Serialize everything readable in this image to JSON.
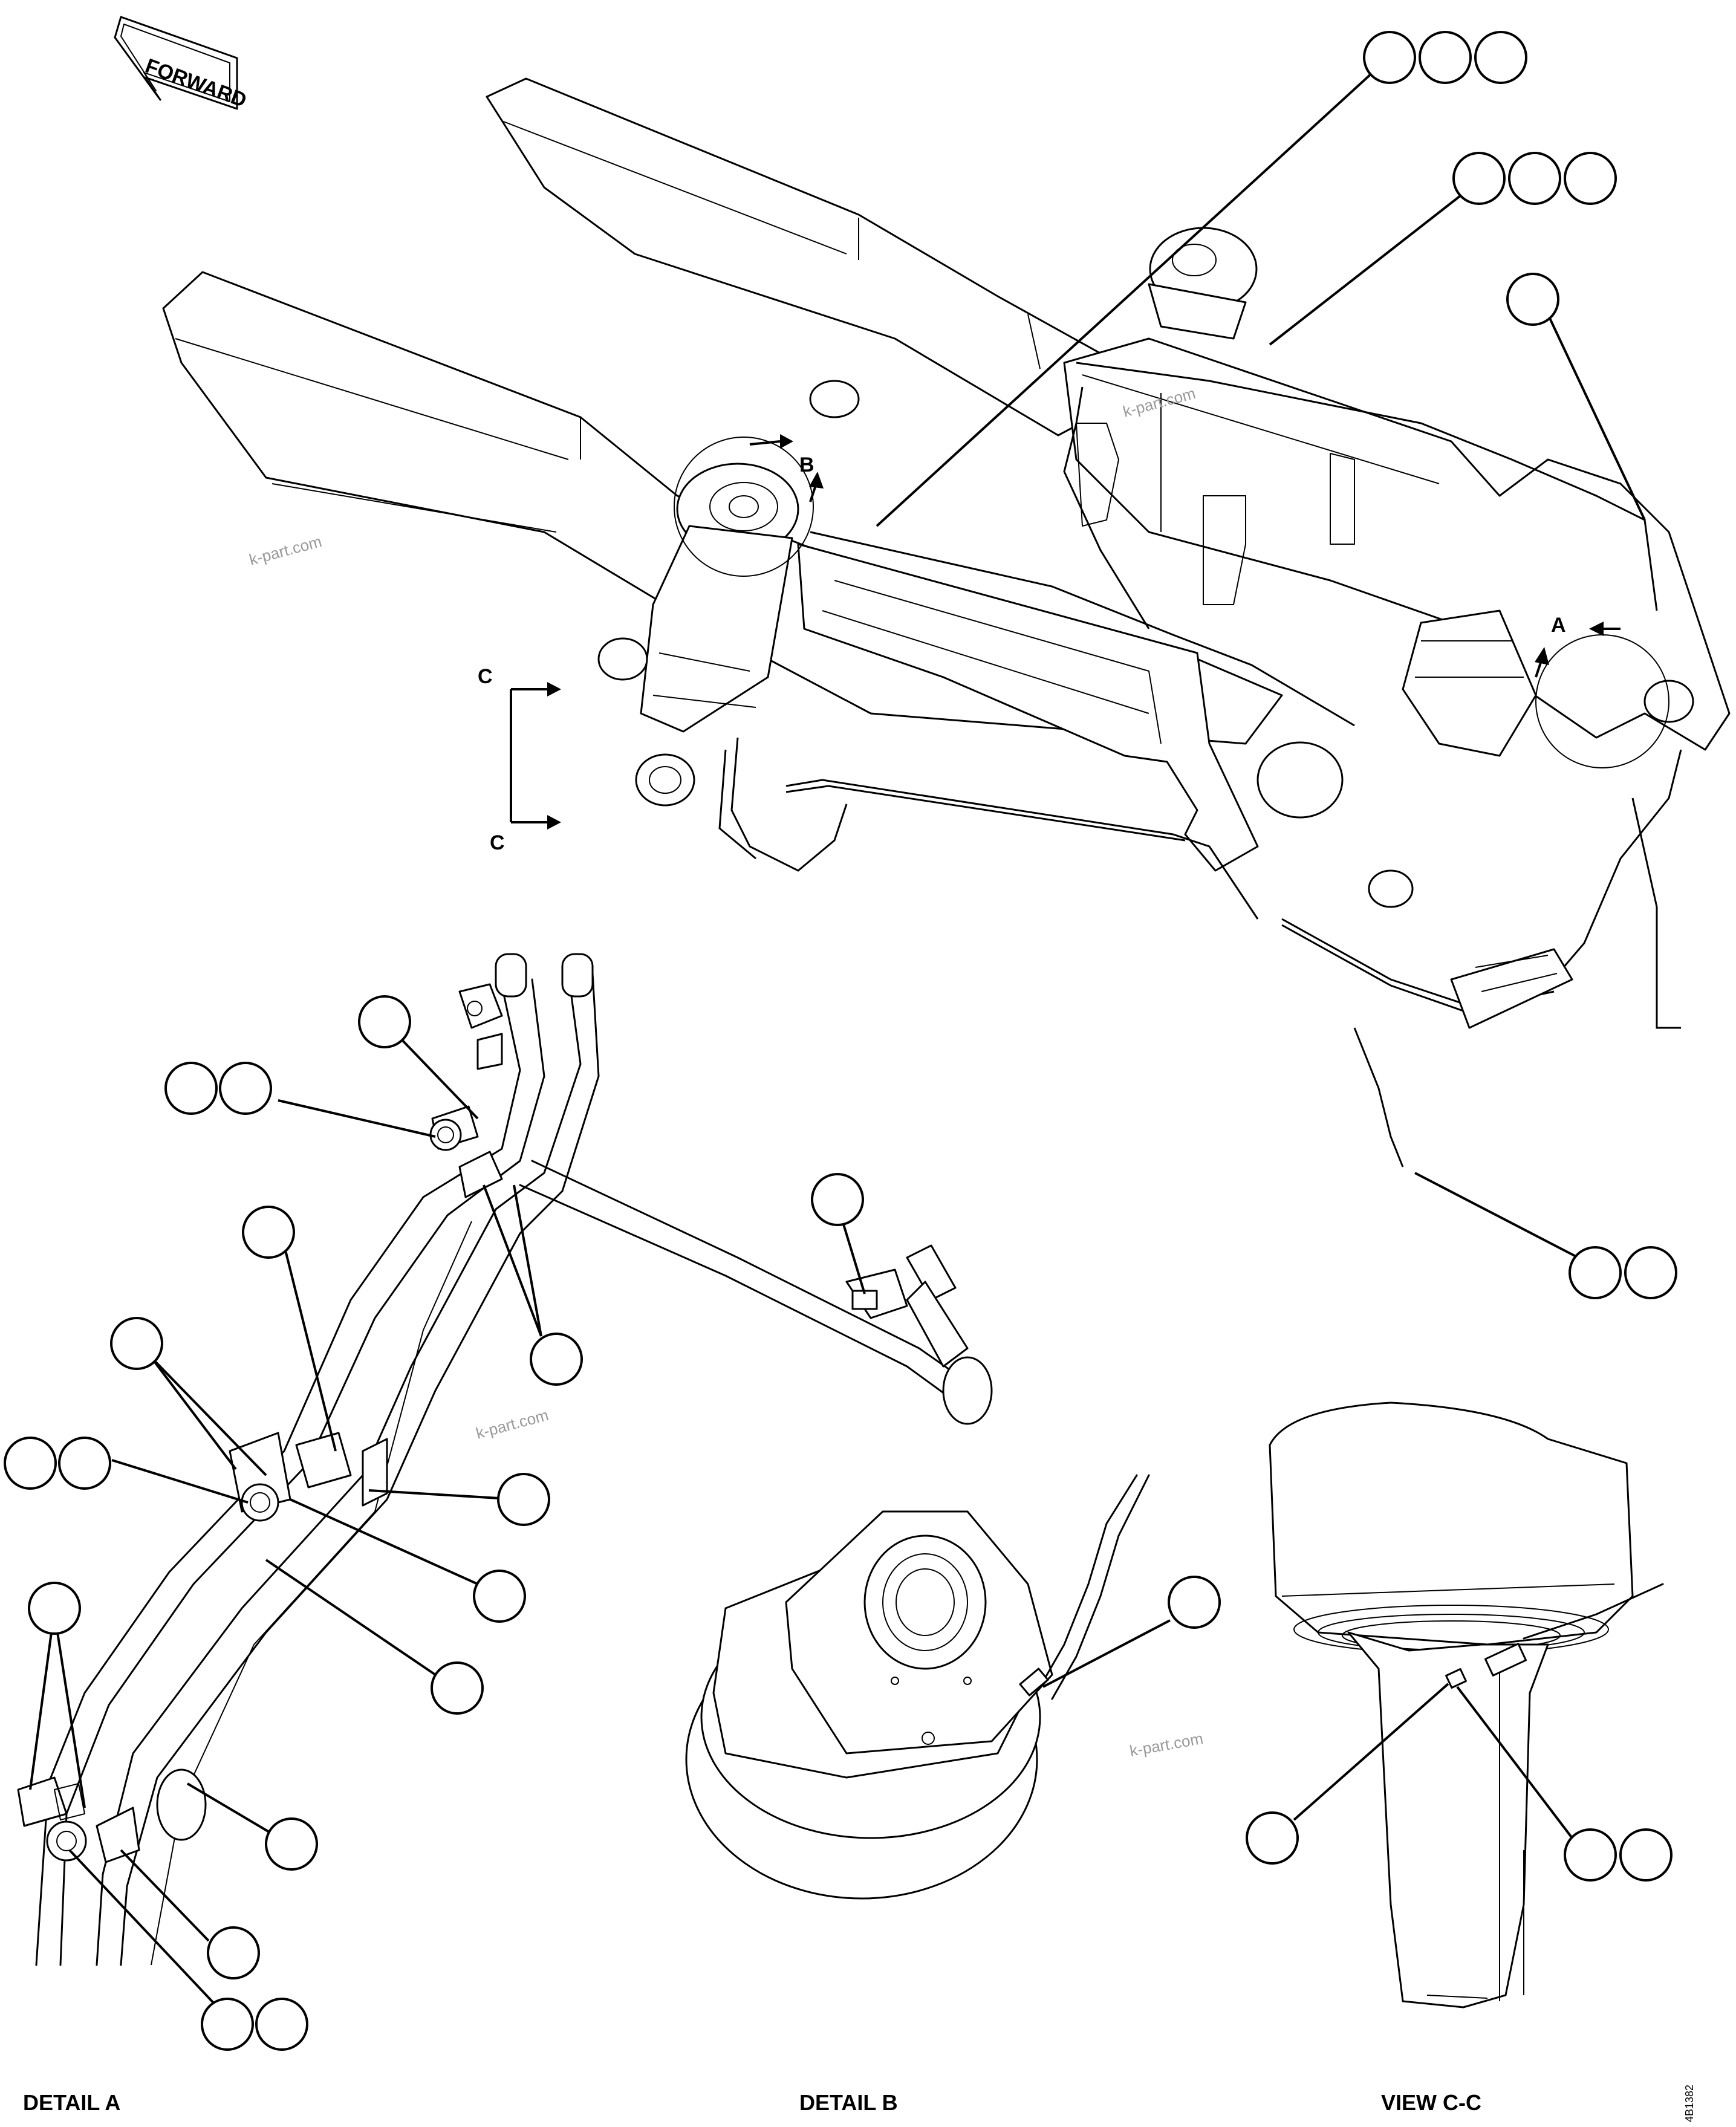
{
  "diagram": {
    "direction_arrow": {
      "label": "FORWARD",
      "icon": "forward-arrow-icon"
    },
    "section_markers": {
      "detail_a": "A",
      "detail_b": "B",
      "view_c_top": "C",
      "view_c_bottom": "C"
    },
    "watermark": "k-part.com",
    "captions": {
      "detail_a": "DETAIL A",
      "detail_b": "DETAIL B",
      "view_cc": "VIEW C-C"
    },
    "drawing_number": "4B1382",
    "callout_groups": [
      {
        "id": "g-top-1",
        "count": 3
      },
      {
        "id": "g-top-2",
        "count": 3
      },
      {
        "id": "g-right-1",
        "count": 1
      },
      {
        "id": "g-mid-right",
        "count": 2
      },
      {
        "id": "g-det-a-1",
        "count": 1
      },
      {
        "id": "g-det-a-2",
        "count": 2
      },
      {
        "id": "g-det-a-3",
        "count": 1
      },
      {
        "id": "g-det-a-4",
        "count": 1
      },
      {
        "id": "g-det-a-5",
        "count": 1
      },
      {
        "id": "g-det-a-6",
        "count": 2
      },
      {
        "id": "g-det-a-7",
        "count": 1
      },
      {
        "id": "g-det-a-8",
        "count": 1
      },
      {
        "id": "g-det-a-9",
        "count": 1
      },
      {
        "id": "g-det-a-10",
        "count": 1
      },
      {
        "id": "g-det-a-11",
        "count": 1
      },
      {
        "id": "g-det-a-12",
        "count": 1
      },
      {
        "id": "g-det-a-13",
        "count": 2
      },
      {
        "id": "g-fitting",
        "count": 1
      },
      {
        "id": "g-det-b",
        "count": 1
      },
      {
        "id": "g-view-c-1",
        "count": 1
      },
      {
        "id": "g-view-c-2",
        "count": 2
      }
    ]
  }
}
